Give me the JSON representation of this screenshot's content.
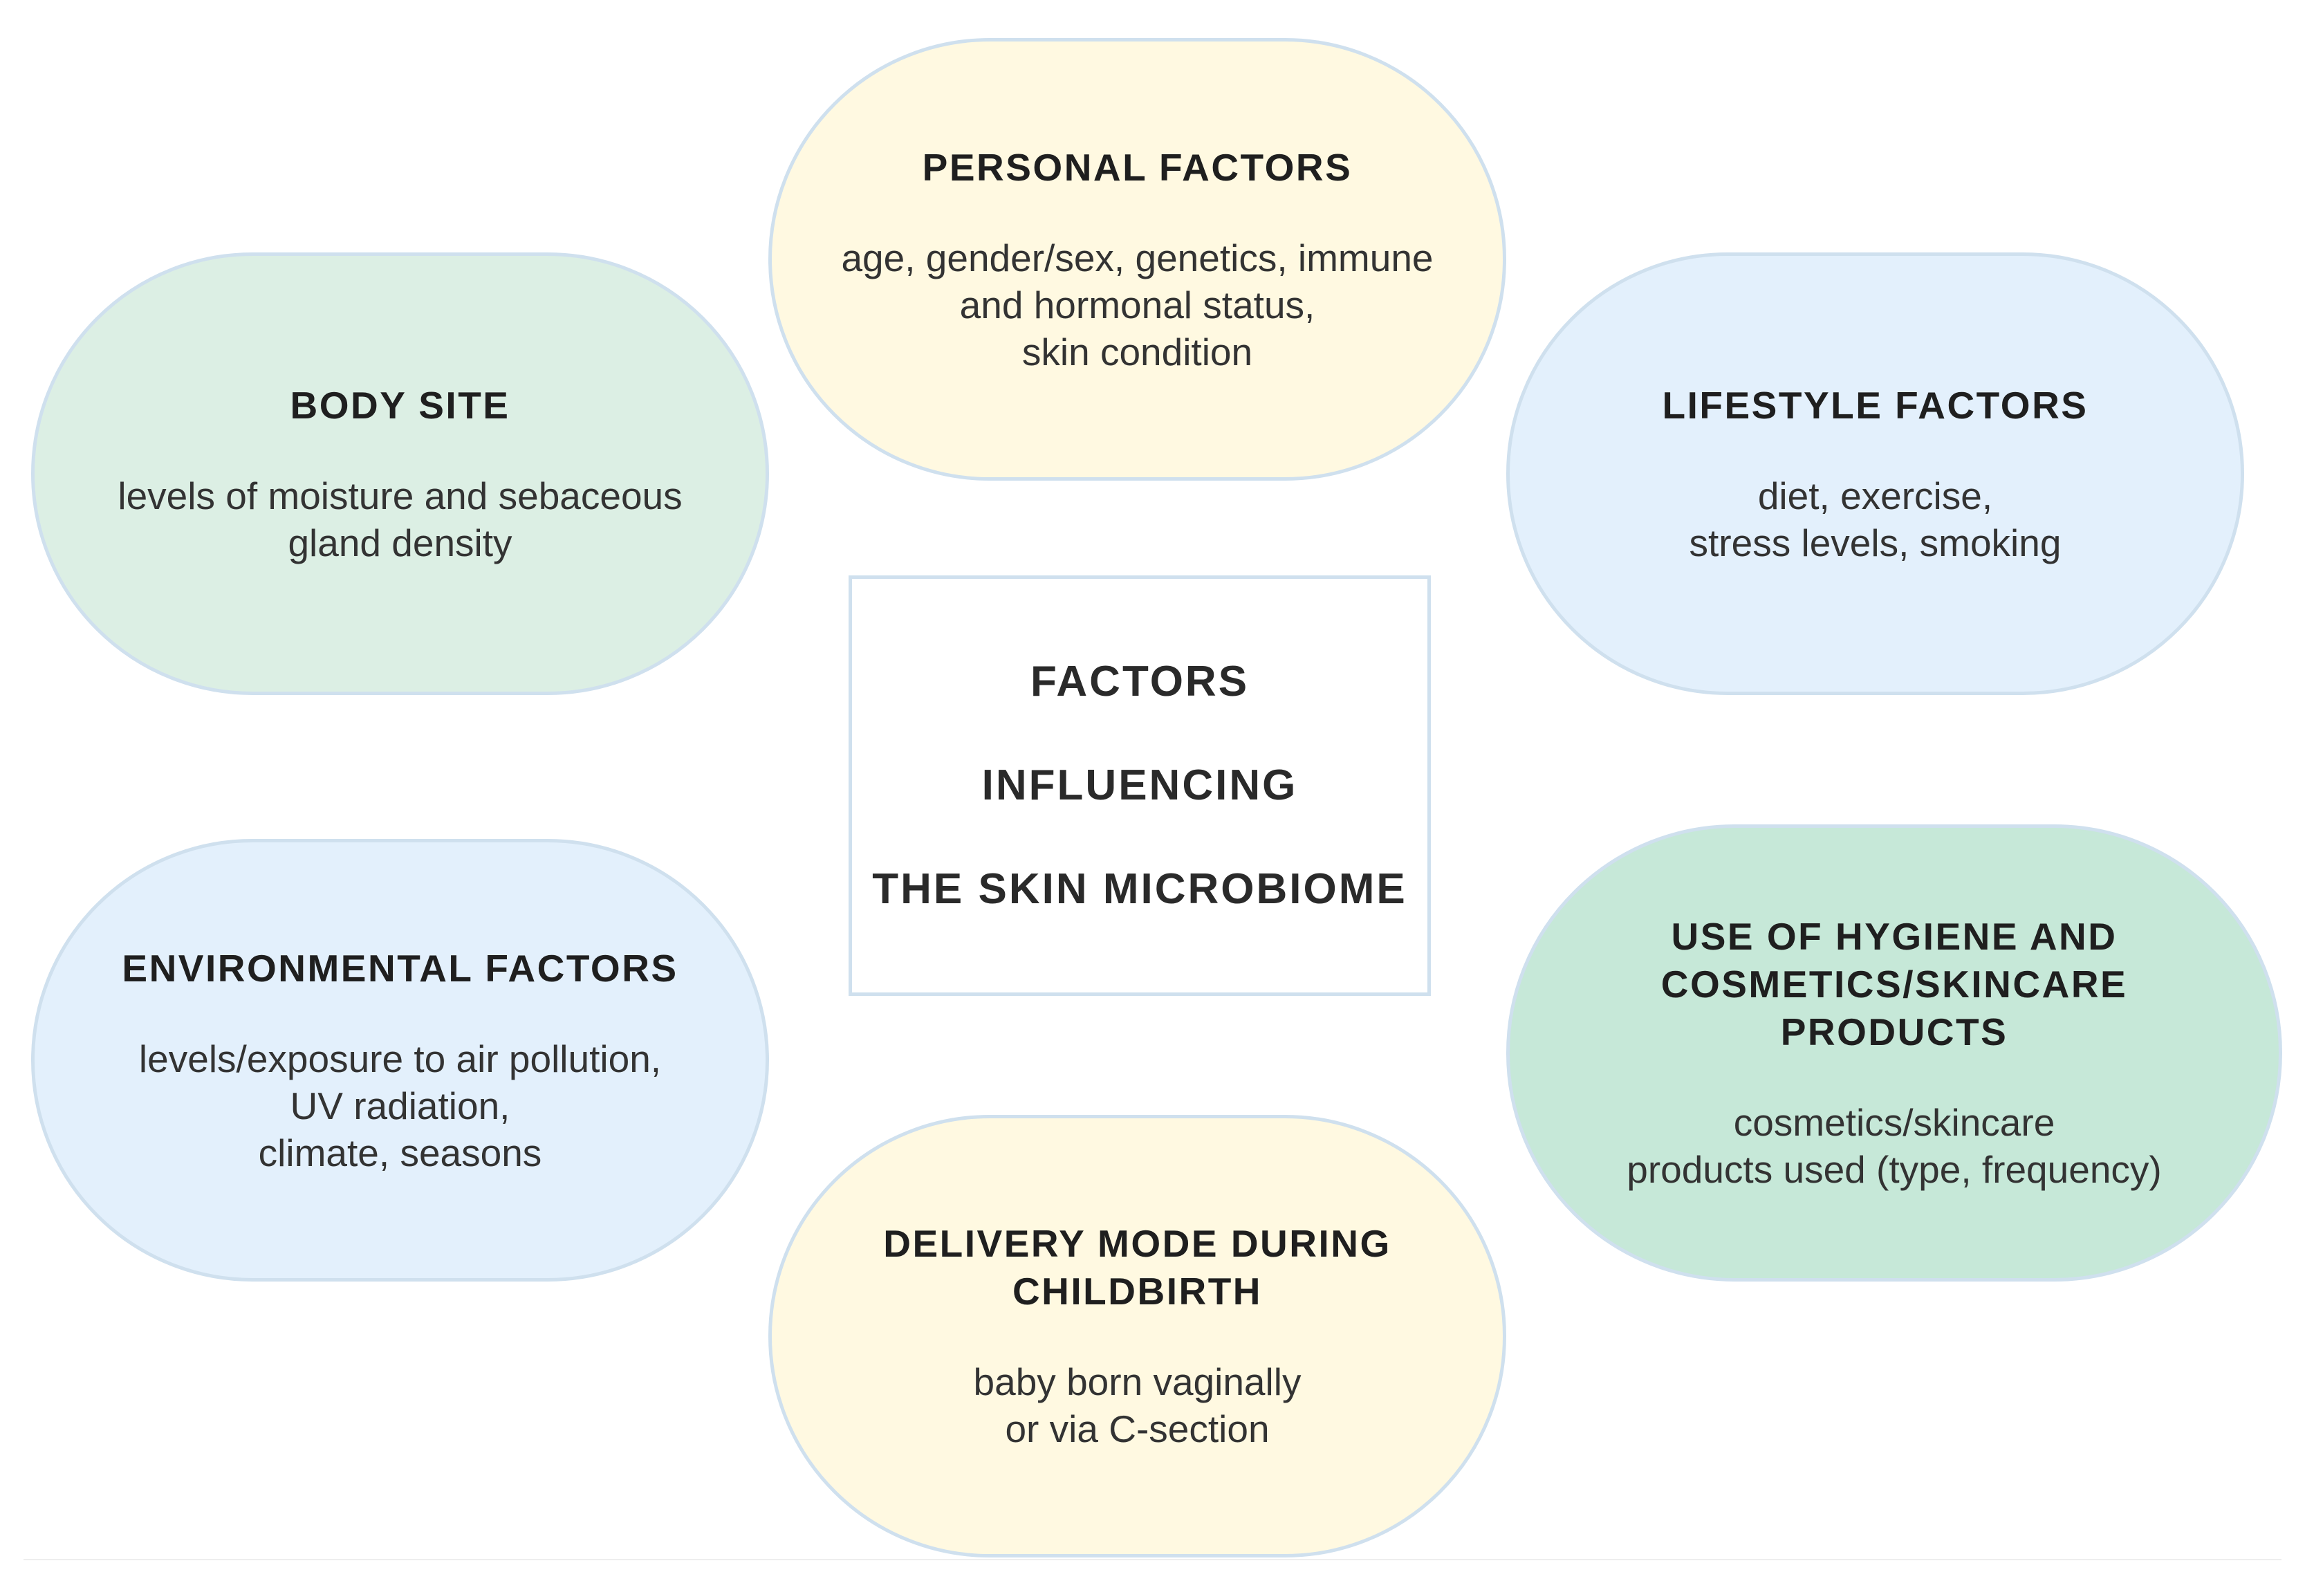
{
  "center": {
    "lines": [
      "FACTORS",
      "INFLUENCING",
      "THE SKIN MICROBIOME"
    ]
  },
  "nodes": {
    "personal": {
      "title": "PERSONAL FACTORS",
      "description": "age, gender/sex, genetics, immune\nand hormonal status,\nskin condition",
      "color": "#fff9e1"
    },
    "body_site": {
      "title": "BODY SITE",
      "description": "levels of moisture and sebaceous\ngland density",
      "color": "#dcefe4"
    },
    "lifestyle": {
      "title": "LIFESTYLE FACTORS",
      "description": "diet, exercise,\nstress levels, smoking",
      "color": "#e3f0fc"
    },
    "environment": {
      "title": "ENVIRONMENTAL FACTORS",
      "description": "levels/exposure to air pollution,\nUV radiation,\nclimate, seasons",
      "color": "#e3f0fc"
    },
    "hygiene": {
      "title": "USE OF HYGIENE AND\nCOSMETICS/SKINCARE\nPRODUCTS",
      "description": "cosmetics/skincare\nproducts used (type, frequency)",
      "color": "#c6e8d8"
    },
    "delivery": {
      "title": "DELIVERY MODE DURING\nCHILDBIRTH",
      "description": "baby born vaginally\nor via C-section",
      "color": "#fff9e1"
    }
  },
  "border_color": "#cfe0ee"
}
